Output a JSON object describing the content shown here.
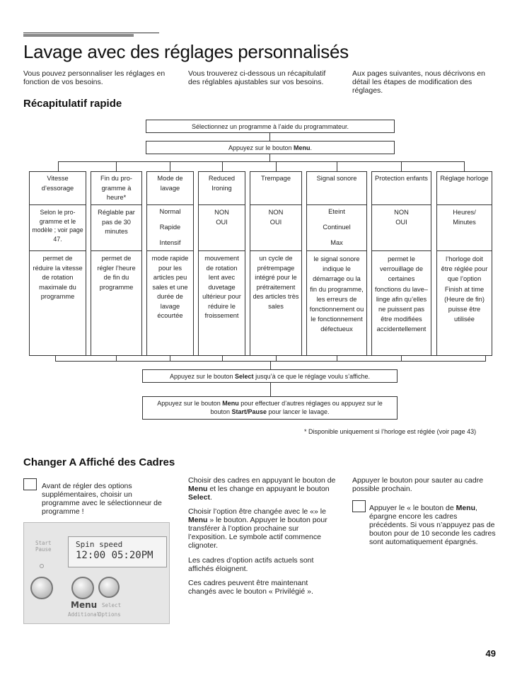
{
  "header": {
    "title": "Lavage avec des réglages personnalisés",
    "intro": [
      "Vous pouvez personnaliser les réglages en fonction de vos besoins.",
      "Vous trouverez ci-dessous un récapitulatif des réglables ajustables sur vos besoins.",
      "Aux pages suivantes, nous décrivons en détail les étapes de modification des réglages."
    ]
  },
  "summary": {
    "heading": "Récapitulatif rapide",
    "step1": "Sélectionnez un programme à l’aide du programmateur.",
    "step2_pre": "Appuyez sur le bouton ",
    "step2_bold": "Menu",
    "step2_post": ".",
    "columns": [
      {
        "name": "Vitesse d’essorage",
        "values": "Selon le pro-gramme et le modèle ; voir page 47.",
        "desc": "permet de réduire la vitesse de rotation maximale du programme"
      },
      {
        "name": "Fin du pro-gramme à heure*",
        "values": "Réglable par pas de 30 minutes",
        "desc": "permet de régler l’heure de fin du programme"
      },
      {
        "name": "Mode de lavage",
        "values": "Normal\n\nRapide\n\nIntensif",
        "desc": "mode rapide pour les articles peu sales et une durée de lavage écourtée"
      },
      {
        "name": "Reduced Ironing",
        "values": "NON\nOUI",
        "desc": "mouvement de rotation lent avec duvetage ultérieur pour réduire le froissement"
      },
      {
        "name": "Trempage",
        "values": "NON\nOUI",
        "desc": "un cycle de prétrempage intégré pour le prétraitement des articles très sales"
      },
      {
        "name": "Signal sonore",
        "values": "Eteint\n\nContinuel\n\nMax",
        "desc": "le signal sonore indique le démarrage ou la fin du programme, les erreurs de fonctionnement ou le fonctionnement défectueux"
      },
      {
        "name": "Protection enfants",
        "values": "NON\nOUI",
        "desc": "permet le verrouillage de certaines fonctions du lave–linge afin qu’elles ne puissent pas être modifiées accidentellement"
      },
      {
        "name": "Réglage horloge",
        "values": "Heures/\nMinutes",
        "desc": "l’horloge doit être réglée pour que l’option Finish at time (Heure de fin) puisse être utilisée"
      }
    ],
    "step3_pre": "Appuyez sur le bouton ",
    "step3_bold": "Select",
    "step3_post": " jusqu’à ce que le réglage voulu s’affiche.",
    "step4_pre": "Appuyez sur le bouton ",
    "step4_bold1": "Menu",
    "step4_mid": " pour effectuer d’autres réglages ou appuyez sur le bouton ",
    "step4_bold2": "Start/Pause",
    "step4_post": " pour lancer le lavage.",
    "footnote": "* Disponible uniquement si l’horloge est réglée (voir page 43)"
  },
  "frames": {
    "heading": "Changer A Affiché des Cadres",
    "note1": "Avant de régler des options supplémentaires, choisir un programme avec le sélectionneur de programme !",
    "p1_pre": "Choisir des cadres en appuyant le bouton de ",
    "p1_bold1": "Menu",
    "p1_mid": " et les change en appuyant le bouton ",
    "p1_bold2": "Select",
    "p1_post": ".",
    "p2_pre": "Choisir l’option être changée avec le «» le ",
    "p2_bold": "Menu",
    "p2_post": " » le bouton. Appuyer le bouton pour transférer à l’option prochaine sur l’exposition. Le symbole actif commence clignoter.",
    "p3": "Les cadres d’option actifs actuels sont affichés éloignent.",
    "p4": "Ces cadres peuvent être maintenant changés avec le bouton « Privilégié ».",
    "p5": "Appuyer le bouton pour sauter au cadre possible prochain.",
    "note2_pre": "Appuyer le « le bouton de ",
    "note2_bold": "Menu",
    "note2_post": ", épargne encore les cadres précédents. Si vous n’appuyez pas de bouton pour de 10 seconde les cadres sont automatiquement épargnés."
  },
  "panel": {
    "start_label": "Start\nPause",
    "display_line1": "Spin speed",
    "display_line2": "12:00 05:20PM",
    "menu_label": "Menu",
    "additional_label": "Additional",
    "select_label": "Select",
    "options_label": "Options"
  },
  "page_number": "49"
}
